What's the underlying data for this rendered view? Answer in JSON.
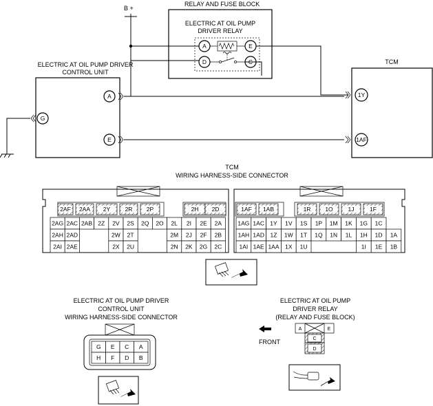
{
  "diagram": {
    "b_plus": "B +",
    "relay_fuse_block": "RELAY AND FUSE BLOCK",
    "relay_title": [
      "ELECTRIC AT OIL PUMP",
      "DRIVER RELAY"
    ],
    "relay_terminals": [
      "A",
      "D",
      "E",
      "C"
    ],
    "ecu_title": [
      "ELECTRIC AT OIL PUMP DRIVER",
      "CONTROL UNIT"
    ],
    "ecu_terminals": [
      "A",
      "E",
      "G"
    ],
    "tcm_title": "TCM",
    "tcm_terminals": [
      "1Y",
      "1AF"
    ]
  },
  "tcm_connector": {
    "title": [
      "TCM",
      "WIRING HARNESS-SIDE CONNECTOR"
    ],
    "left_rows": [
      [
        "2AF",
        "2AA",
        "2Y",
        "2R",
        "2P",
        "",
        "2H",
        "2D"
      ],
      [
        "2AG",
        "2AC",
        "2AB",
        "2Z",
        "2V",
        "2S",
        "2Q",
        "2O",
        "2L",
        "2I",
        "2E",
        "2A"
      ],
      [
        "2AH",
        "2AD",
        "",
        "",
        "2W",
        "2T",
        "",
        "",
        "2M",
        "2J",
        "2F",
        "2B"
      ],
      [
        "2AI",
        "2AE",
        "",
        "",
        "2X",
        "2U",
        "",
        "",
        "2N",
        "2K",
        "2G",
        "2C"
      ]
    ],
    "right_rows": [
      [
        "1AF",
        "1AB",
        "",
        "1R",
        "1O",
        "1J",
        "1F"
      ],
      [
        "1AG",
        "1AC",
        "1Y",
        "1V",
        "1S",
        "1P",
        "1M",
        "1K",
        "1G",
        "1C"
      ],
      [
        "1AH",
        "1AD",
        "1Z",
        "1W",
        "1T",
        "1Q",
        "1N",
        "1L",
        "1H",
        "1D",
        "1A"
      ],
      [
        "1AI",
        "1AE",
        "1AA",
        "1X",
        "1U",
        "",
        "",
        "",
        "1I",
        "1E",
        "1B"
      ]
    ]
  },
  "ecu_connector": {
    "title": [
      "ELECTRIC AT OIL PUMP DRIVER",
      "CONTROL UNIT",
      "WIRING HARNESS-SIDE CONNECTOR"
    ],
    "top_row": [
      "G",
      "E",
      "C",
      "A"
    ],
    "bottom_row": [
      "H",
      "F",
      "D",
      "B"
    ]
  },
  "relay_connector": {
    "title": [
      "ELECTRIC AT OIL PUMP",
      "DRIVER RELAY",
      "(RELAY AND FUSE BLOCK)"
    ],
    "front_label": "FRONT",
    "cells": [
      "A",
      "E",
      "C",
      "D"
    ]
  }
}
